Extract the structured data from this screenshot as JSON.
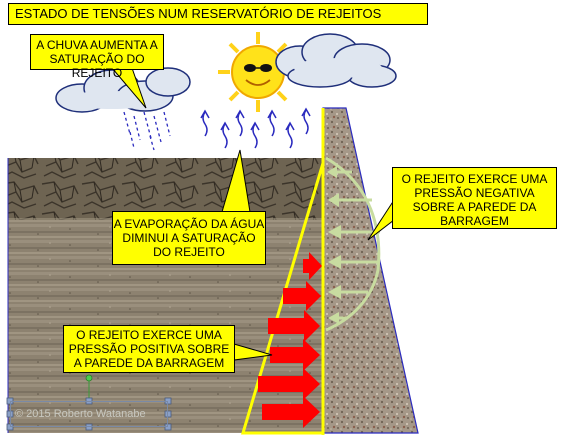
{
  "title": "ESTADO DE TENSÕES NUM RESERVATÓRIO DE REJEITOS",
  "callouts": {
    "rain": "A CHUVA AUMENTA A SATURAÇÃO DO REJEITO",
    "evaporation": "A EVAPORAÇÃO DA ÁGUA DIMINUI A SATURAÇÃO DO REJEITO",
    "negative_pressure": "O REJEITO EXERCE UMA PRESSÃO NEGATIVA SOBRE A PAREDE DA BARRAGEM",
    "positive_pressure": "O REJEITO EXERCE UMA PRESSÃO POSITIVA SOBRE A PAREDE DA BARRAGEM"
  },
  "copyright": "© 2015 Roberto Watanabe",
  "colors": {
    "callout_fill": "#ffff00",
    "positive_arrow": "#ff0000",
    "negative_arrow": "#c8dca0",
    "dam": "#a39585",
    "tailings": "#8a7e6a",
    "outline_blue": "#2b2bbf"
  },
  "icons": [
    "sun-icon",
    "cloud-icon",
    "rain-drops-icon",
    "evaporation-wave-icon"
  ]
}
